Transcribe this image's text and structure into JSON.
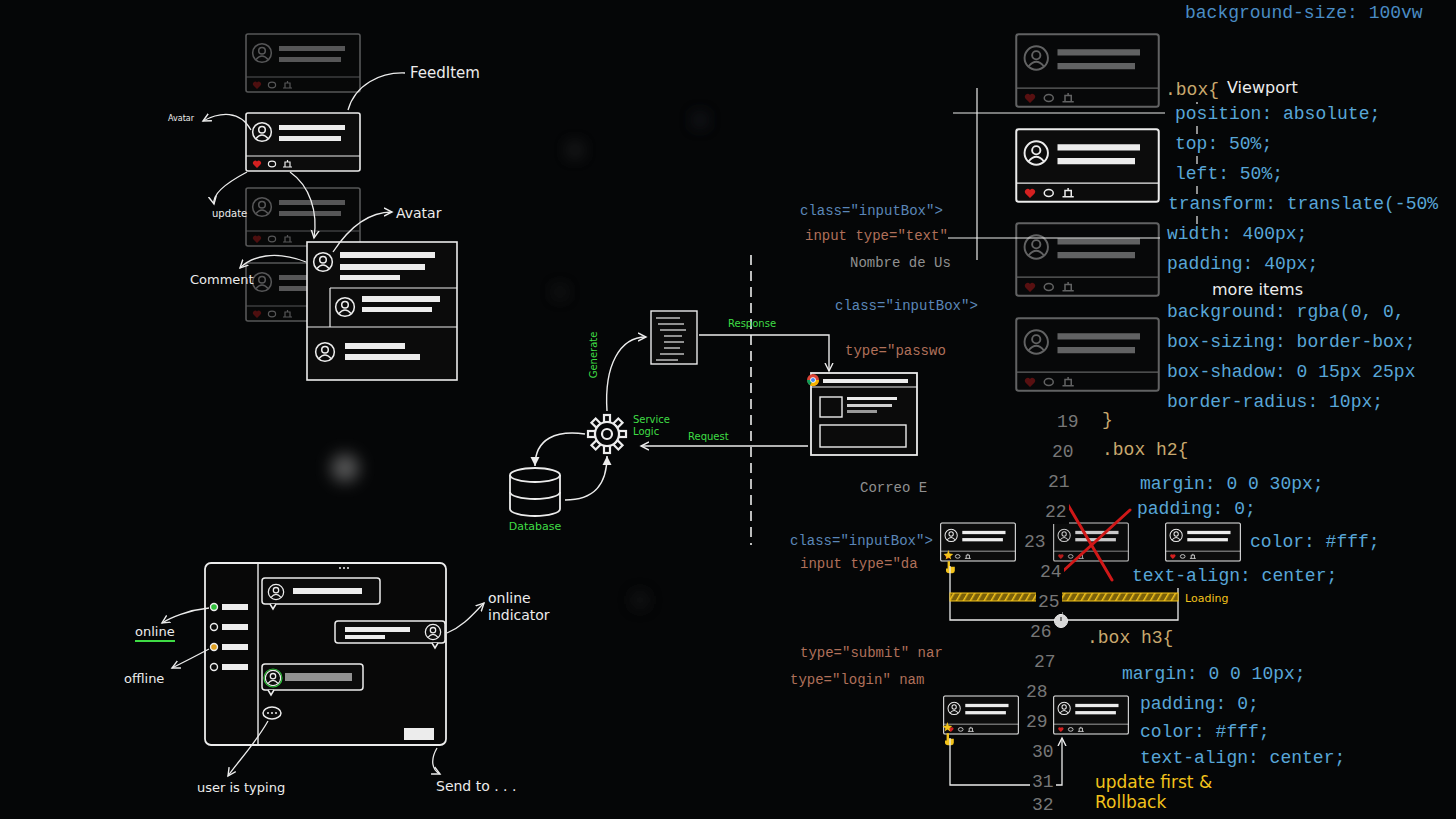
{
  "diagram": {
    "nodes": [
      {
        "text": [
          "Service Logic"
        ]
      },
      {
        "text": [
          "Database"
        ]
      }
    ],
    "edges": [
      {
        "from": 0,
        "to": 1,
        "arrow": "to"
      },
      {
        "from": 1,
        "to": 0,
        "arrow": "to"
      }
    ],
    "labels": [
      "FeedItem",
      "Avatar",
      "update",
      "Avatar",
      "Comment",
      "Generate",
      "Response",
      "Request",
      "online",
      "offline",
      "online indicator",
      "user is typing",
      "Send to . . .",
      "Viewport",
      "more items",
      "Loading",
      "update first & Rollback",
      "background-size: 100vw",
      ".box{",
      "position: absolute;",
      "top: 50%;",
      "left: 50%;",
      "transform: translate(-50%",
      "width: 400px;",
      "padding: 40px;",
      "background: rgba(0, 0,",
      "box-sizing: border-box;",
      "box-shadow: 0 15px 25px",
      "border-radius: 10px;",
      "}",
      ".box h2{",
      "margin: 0 0 30px;",
      "padding: 0;",
      "color: #fff;",
      "text-align: center;",
      ".box h3{",
      "margin: 0 0 10px;",
      "padding: 0;",
      "color: #fff;",
      "text-align: center;",
      "19",
      "20",
      "21",
      "22",
      "23",
      "24",
      "25",
      "26",
      "27",
      "28",
      "29",
      "30",
      "31",
      "32",
      "class=\"inputBox\">",
      "input type=\"text\"",
      "Nombre de Us",
      "class=\"inputBox\">",
      "type=\"passwo",
      "Correo E",
      "class=\"inputBox\">",
      "input type=\"da",
      "type=\"submit\" nar",
      "type=\"login\" nam"
    ]
  }
}
